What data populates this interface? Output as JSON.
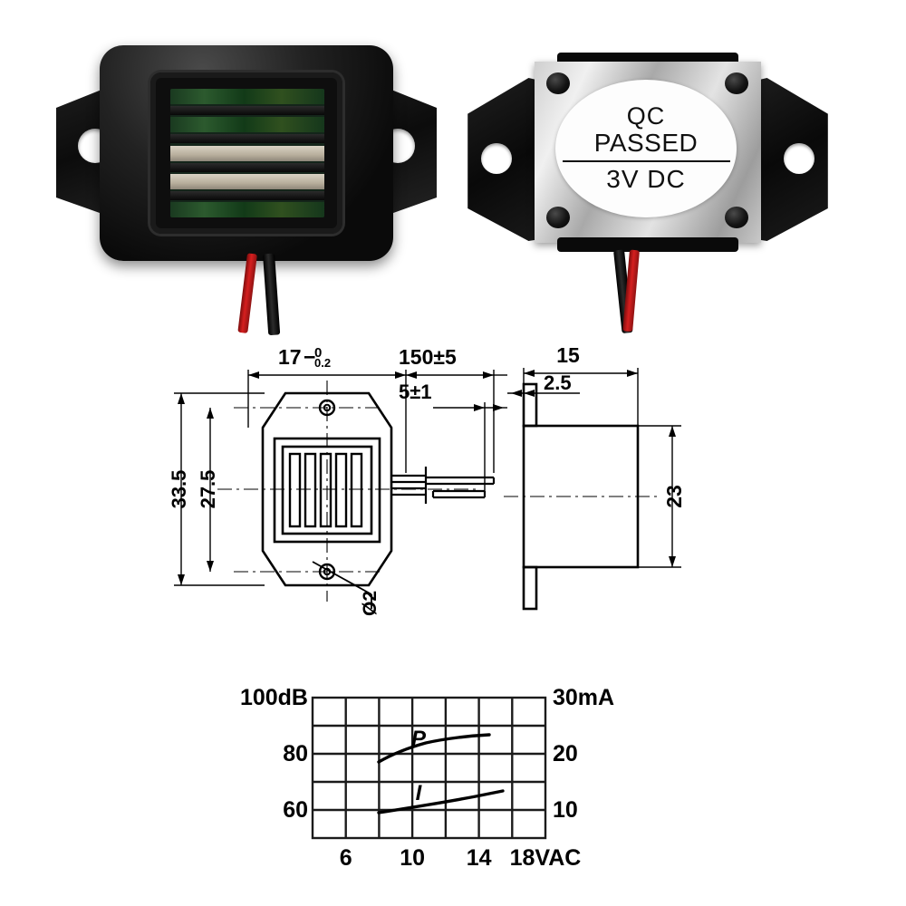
{
  "product": {
    "photos": [
      {
        "name": "front-grille-view",
        "caption": "Mechanical buzzer front view with grille slots and mounting flanges"
      },
      {
        "name": "back-label-view",
        "caption": "Mechanical buzzer back view with QC label"
      }
    ],
    "label": {
      "line1": "QC",
      "line2": "PASSED",
      "line3": "3V  DC"
    },
    "wires": {
      "positive_color": "#d61f1f",
      "negative_color": "#111111"
    }
  },
  "drawing": {
    "title": "",
    "front_view": {
      "width_dim": "17",
      "width_tol_upper": "0",
      "width_tol_lower": "-0.2",
      "overall_height": "33.5",
      "body_height": "27.5",
      "hole_dia": "Ø2"
    },
    "lead_view": {
      "lead_length": "150±5",
      "strip_length": "5±1"
    },
    "side_view": {
      "depth": "15",
      "flange_thickness": "2.5",
      "height": "23"
    },
    "line_color": "#000000"
  },
  "chart_data": {
    "type": "line",
    "title": "",
    "xlabel": "",
    "ylabel": "",
    "x": [
      4,
      6,
      8,
      10,
      12,
      14,
      16,
      18
    ],
    "xticks": [
      6,
      10,
      14,
      18
    ],
    "xtick_labels": [
      "6",
      "10",
      "14",
      "18VAC"
    ],
    "xlim": [
      4,
      18
    ],
    "left_axis": {
      "label_top": "100dB",
      "unit": "dB",
      "ticks": [
        60,
        80,
        100
      ],
      "tick_labels": [
        "60",
        "80",
        "100dB"
      ],
      "ylim": [
        50,
        100
      ]
    },
    "right_axis": {
      "label_top": "30mA",
      "unit": "mA",
      "ticks": [
        10,
        20,
        30
      ],
      "tick_labels": [
        "10",
        "20",
        "30mA"
      ],
      "ylim": [
        5,
        30
      ]
    },
    "grid": true,
    "grid_columns": 7,
    "grid_rows": 5,
    "series": [
      {
        "name": "P",
        "label": "P",
        "axis": "left",
        "unit": "dB",
        "x": [
          9,
          10,
          11,
          12,
          13,
          14
        ],
        "values": [
          78,
          81,
          83.5,
          85.5,
          86.8,
          87.5
        ]
      },
      {
        "name": "I",
        "label": "I",
        "axis": "right",
        "unit": "mA",
        "x": [
          9,
          10,
          11,
          12,
          13,
          14,
          15
        ],
        "values": [
          9.4,
          10.0,
          10.6,
          11.2,
          11.8,
          12.4,
          13.0
        ]
      }
    ],
    "legend_position": "inline-annotations",
    "annotations": [
      {
        "text": "P",
        "x": 11,
        "y": 88
      },
      {
        "text": "I",
        "x": 11,
        "y": 68
      }
    ]
  }
}
